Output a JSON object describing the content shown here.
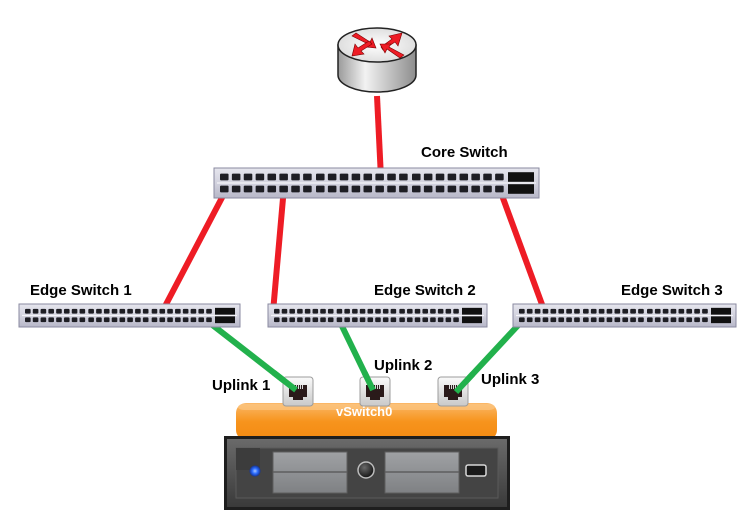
{
  "diagram": {
    "router": {
      "name": "router",
      "icon": "router-icon"
    },
    "core_switch": {
      "label": "Core Switch",
      "ports_per_row": 24,
      "rows": 2
    },
    "edge_switches": [
      {
        "label": "Edge Switch 1",
        "ports_per_row": 24,
        "rows": 2
      },
      {
        "label": "Edge Switch 2",
        "ports_per_row": 24,
        "rows": 2
      },
      {
        "label": "Edge Switch 3",
        "ports_per_row": 24,
        "rows": 2
      }
    ],
    "uplinks": [
      {
        "label": "Uplink 1",
        "icon": "ethernet-port-icon"
      },
      {
        "label": "Uplink 2",
        "icon": "ethernet-port-icon"
      },
      {
        "label": "Uplink 3",
        "icon": "ethernet-port-icon"
      }
    ],
    "vswitch": {
      "label": "vSwitch0"
    },
    "server": {
      "icon": "server-icon"
    },
    "links": [
      {
        "from": "router",
        "to": "Core Switch",
        "color": "#ee1c25",
        "type": "core"
      },
      {
        "from": "Core Switch",
        "to": "Edge Switch 1",
        "color": "#ee1c25",
        "type": "core"
      },
      {
        "from": "Core Switch",
        "to": "Edge Switch 2",
        "color": "#ee1c25",
        "type": "core"
      },
      {
        "from": "Core Switch",
        "to": "Edge Switch 3",
        "color": "#ee1c25",
        "type": "core"
      },
      {
        "from": "Edge Switch 1",
        "to": "Uplink 1",
        "color": "#22b14c",
        "type": "uplink"
      },
      {
        "from": "Edge Switch 2",
        "to": "Uplink 2",
        "color": "#22b14c",
        "type": "uplink"
      },
      {
        "from": "Edge Switch 3",
        "to": "Uplink 3",
        "color": "#22b14c",
        "type": "uplink"
      }
    ],
    "colors": {
      "core_link": "#ee1c25",
      "uplink": "#22b14c",
      "vswitch": "#f7941d",
      "led": "#2a6bff"
    }
  }
}
